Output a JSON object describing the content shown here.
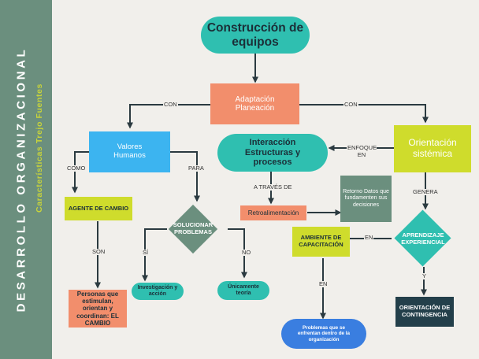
{
  "sidebar": {
    "title": "DESARROLLO ORGANIZACIONAL",
    "subtitle": "Características Trejo Fuentes"
  },
  "nodes": {
    "main_title": "Construcción de equipos",
    "adaptacion": "Adaptación Planeación",
    "valores": "Valores Humanos",
    "interaccion": "Interacción Estructuras y procesos",
    "orientacion_sistemica": "Orientación sistémica",
    "agente": "AGENTE DE CAMBIO",
    "solucionar": "SOLUCIONAR PROBLEMAS",
    "retroalimentacion": "Retroalimentación",
    "retorno": "Retorno Datos que fundamenten sus decisiones",
    "ambiente": "AMBIENTE DE CAPACITACIÓN",
    "aprendizaje": "APRENDIZAJE EXPERIENCIAL",
    "personas": "Personas que estimulan, orientan y coordinan: EL CAMBIO",
    "investigacion": "Investigación y acción",
    "unicamente": "Únicamente teoría",
    "problemas": "Problemas que se enfrentan dentro de la organización",
    "orientacion_contingencia": "ORIENTACIÓN DE CONTINGENCIA"
  },
  "labels": {
    "con_left": "CON",
    "con_right": "CON",
    "enfoque": "ENFOQUE EN",
    "como": "COMO",
    "para": "PARA",
    "a_traves": "A TRAVÉS DE",
    "genera": "GENERA",
    "son": "SON",
    "si": "SÍ",
    "no": "NO",
    "en_left": "EN",
    "en_down": "EN",
    "y": "Y"
  },
  "colors": {
    "sidebar": "#6b8f7e",
    "background": "#f1efeb",
    "teal": "#2fbfb0",
    "salmon": "#f28e6c",
    "sky": "#3cb4f0",
    "lime": "#cfdc2c",
    "slate_green": "#6b8f7e",
    "navy": "#233f4a",
    "blue": "#3a7ee0",
    "subtitle_lime": "#c9d43a"
  }
}
